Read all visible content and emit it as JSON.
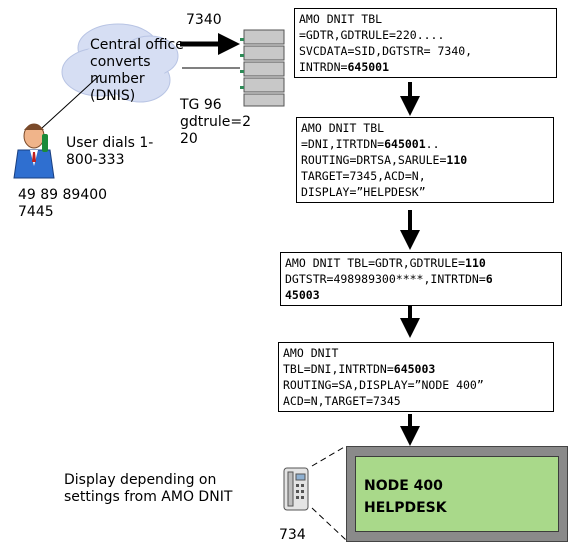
{
  "labels": {
    "number_7340": "7340",
    "cloud_text": [
      "Central office",
      "converts",
      "number",
      "(DNIS)"
    ],
    "tg_text": [
      "TG 96",
      "gdtrule=2",
      "20"
    ],
    "user_text": [
      "User dials 1-",
      "800-333"
    ],
    "dial_number": [
      "49 89 89400",
      "7445"
    ],
    "display_note": [
      "Display depending on",
      "settings from AMO DNIT"
    ],
    "phone_ext": "734"
  },
  "boxes": [
    {
      "lines": [
        [
          {
            "t": "AMO DNIT TBL"
          }
        ],
        [
          {
            "t": "=GDTR,GDTRULE=220...."
          }
        ],
        [
          {
            "t": "SVCDATA=SID,DGTSTR= 7340,"
          }
        ],
        [
          {
            "t": "INTRDN="
          },
          {
            "t": "645001",
            "b": true
          }
        ]
      ]
    },
    {
      "lines": [
        [
          {
            "t": "AMO DNIT TBL"
          }
        ],
        [
          {
            "t": "=DNI,ITRTDN="
          },
          {
            "t": "645001",
            "b": true
          },
          {
            "t": ".."
          }
        ],
        [
          {
            "t": "ROUTING=DRTSA,SARULE="
          },
          {
            "t": "110",
            "b": true
          }
        ],
        [
          {
            "t": "TARGET=7345,ACD=N,"
          }
        ],
        [
          {
            "t": "DISPLAY=”HELPDESK”"
          }
        ]
      ]
    },
    {
      "lines": [
        [
          {
            "t": "AMO DNIT TBL=GDTR,GDTRULE="
          },
          {
            "t": "110",
            "b": true
          }
        ],
        [
          {
            "t": "DGTSTR=498989300****,INTRTDN="
          },
          {
            "t": "6",
            "b": true
          }
        ],
        [
          {
            "t": "45003",
            "b": true
          }
        ]
      ]
    },
    {
      "lines": [
        [
          {
            "t": "AMO DNIT"
          }
        ],
        [
          {
            "t": "TBL=DNI,INTRTDN="
          },
          {
            "t": "645003",
            "b": true
          }
        ],
        [
          {
            "t": "ROUTING=SA,DISPLAY=”NODE 400”"
          }
        ],
        [
          {
            "t": "ACD=N,TARGET=7345"
          }
        ]
      ]
    }
  ],
  "lcd": {
    "line1": "NODE 400",
    "line2": "HELPDESK"
  },
  "colors": {
    "cloud": "#d6def3",
    "lcd_green": "#a9d98a",
    "server": "#c8c8c8"
  }
}
